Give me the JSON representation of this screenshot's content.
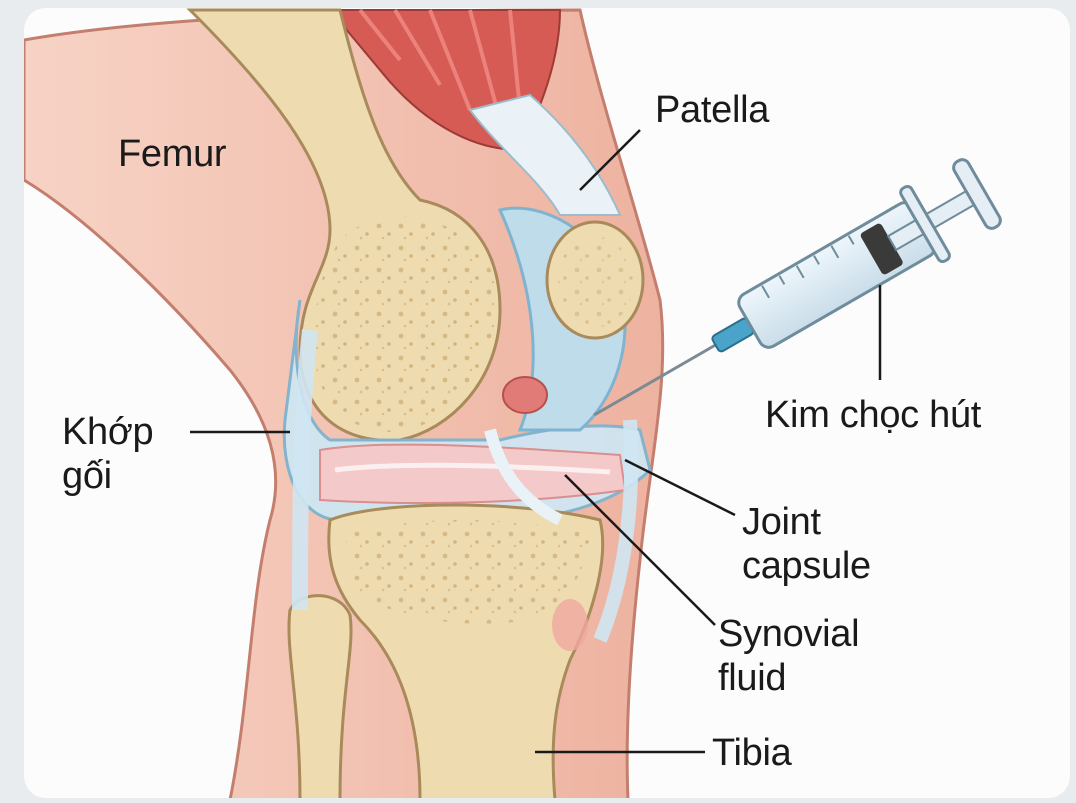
{
  "labels": {
    "femur": "Femur",
    "patella": "Patella",
    "khop_goi": "Khớp\ngối",
    "kim_choc_hut": "Kim chọc hút",
    "joint_capsule": "Joint\ncapsule",
    "synovial_fluid": "Synovial\nfluid",
    "tibia": "Tibia"
  },
  "colors": {
    "skin": "#f3c5b5",
    "muscle": "#d9534f",
    "bone": "#eedcb0",
    "capsule": "#bfdcea",
    "fluid": "#b8d8ee",
    "cartilage": "#f2b8b8",
    "syringe_plunger": "#3a3a3a"
  }
}
